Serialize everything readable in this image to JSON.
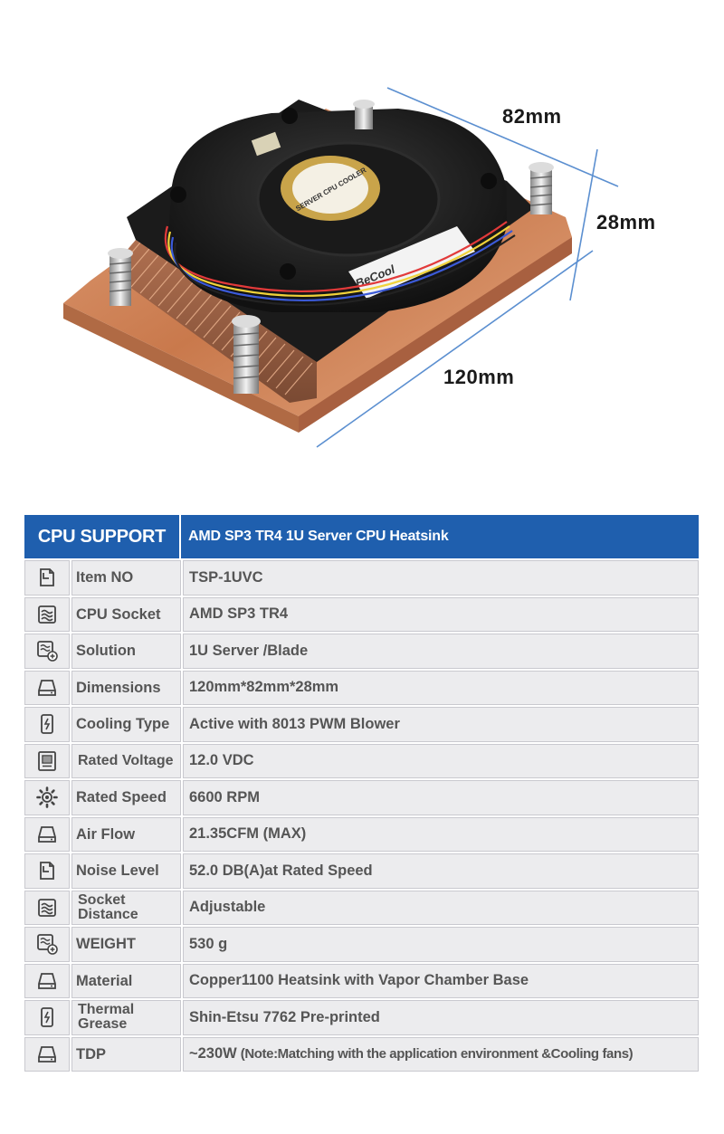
{
  "dimensions": {
    "length": "120mm",
    "width": "82mm",
    "height": "28mm"
  },
  "fan_label": {
    "brand": "BeCool",
    "center_text": "SERVER CPU COOLER"
  },
  "colors": {
    "header_blue": "#1f5fae",
    "row_bg": "#ececee",
    "text_gray": "#555555",
    "copper": "#d08a5c",
    "dimension_line": "#5b8fd0"
  },
  "table": {
    "header_left": "CPU SUPPORT",
    "header_right": "AMD SP3 TR4 1U Server CPU Heatsink",
    "rows": [
      {
        "icon": "document-icon",
        "label": "Item NO",
        "value": "TSP-1UVC"
      },
      {
        "icon": "layers-icon",
        "label": "CPU Socket",
        "value": "AMD SP3 TR4"
      },
      {
        "icon": "layers-plus-icon",
        "label": "Solution",
        "value": "1U Server /Blade"
      },
      {
        "icon": "drive-icon",
        "label": "Dimensions",
        "value": "120mm*82mm*28mm"
      },
      {
        "icon": "battery-icon",
        "label": "Cooling Type",
        "value": "Active with 8013 PWM Blower"
      },
      {
        "icon": "chip-icon",
        "label": "Rated Voltage",
        "value": "12.0 VDC"
      },
      {
        "icon": "gear-icon",
        "label": "Rated Speed",
        "value": "6600 RPM"
      },
      {
        "icon": "drive-icon",
        "label": "Air Flow",
        "value": "21.35CFM (MAX)"
      },
      {
        "icon": "document-icon",
        "label": "Noise Level",
        "value": "52.0 DB(A)at Rated Speed"
      },
      {
        "icon": "layers-icon",
        "label": "Socket Distance",
        "value": "Adjustable"
      },
      {
        "icon": "layers-plus-icon",
        "label": "WEIGHT",
        "value": "530 g"
      },
      {
        "icon": "drive-icon",
        "label": "Material",
        "value": "Copper1100 Heatsink with Vapor Chamber Base"
      },
      {
        "icon": "battery-icon",
        "label": "Thermal Grease",
        "value": "Shin-Etsu 7762 Pre-printed"
      },
      {
        "icon": "drive-icon",
        "label": "TDP",
        "value": "~230W",
        "note": "(Note:Matching with the application environment &Cooling fans)"
      }
    ]
  }
}
